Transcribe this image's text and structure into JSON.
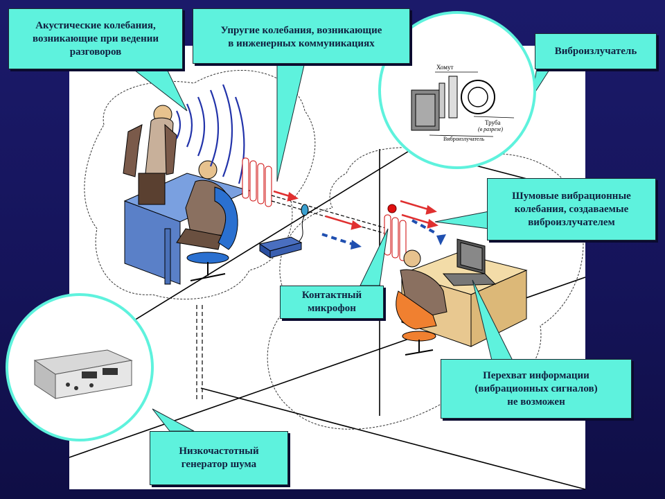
{
  "callouts": {
    "acoustic": [
      "Акустические колебания,",
      "возникающие при ведении",
      "разговоров"
    ],
    "elastic": [
      "Упругие колебания, возникающие",
      "в инженерных коммуникациях"
    ],
    "vibro_emitter": "Виброизлучатель",
    "noise_vibration": [
      "Шумовые вибрационные",
      "колебания, создаваемые",
      "виброизлучателем"
    ],
    "contact_mic": [
      "Контактный",
      "микрофон"
    ],
    "interception": [
      "Перехват информации",
      "(вибрационных сигналов)",
      "не возможен"
    ],
    "generator": [
      "Низкочастотный",
      "генератор шума"
    ]
  },
  "inset_labels": {
    "clamp": "Хомут",
    "pipe": "Труба",
    "pipe_section": "(в разрезе)",
    "emitter": "Виброизлучатель"
  },
  "colors": {
    "background": "#1b1a6a",
    "callout_fill": "#5ef2dd",
    "signal_arrow": "#e03030",
    "noise_arrow": "#1f4fb0",
    "wave": "#2233aa"
  }
}
